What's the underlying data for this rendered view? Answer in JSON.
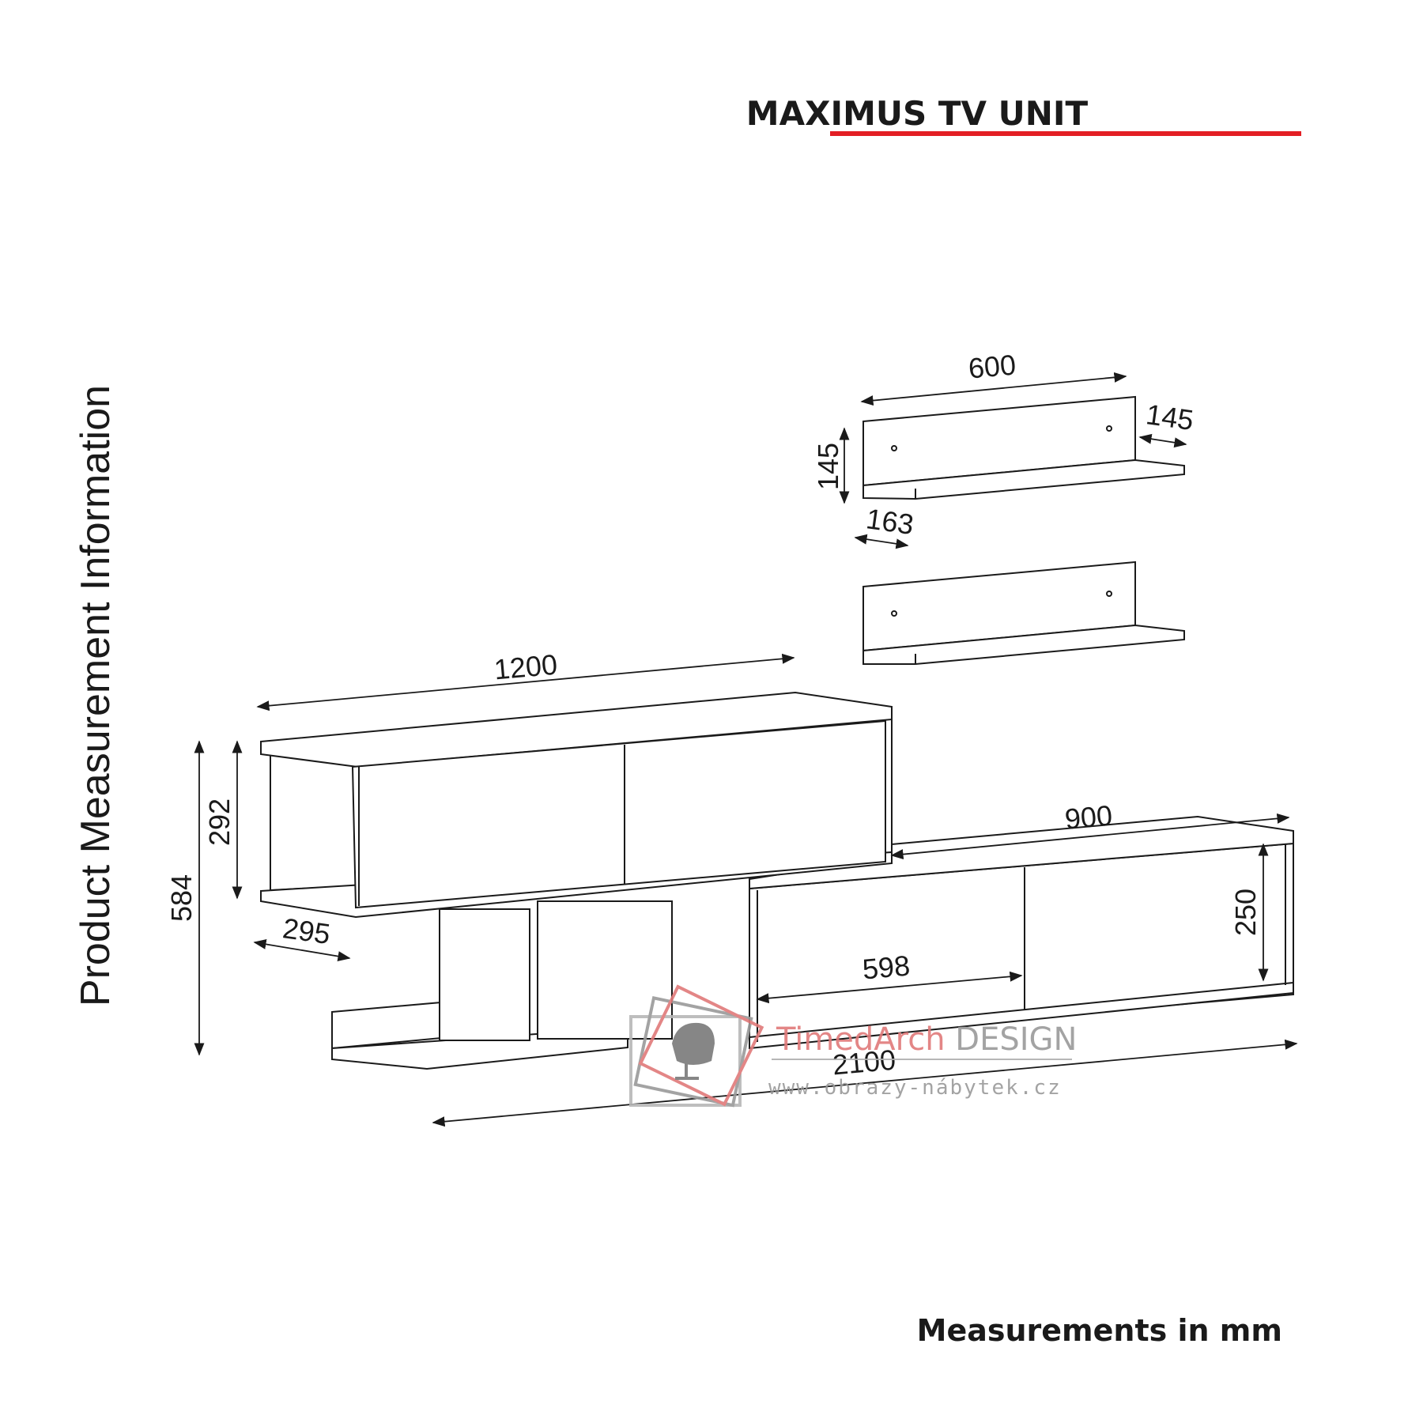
{
  "title": "MAXIMUS TV UNIT",
  "side_label": "Product Measurement Information",
  "footer": "Measurements in mm",
  "accent_color": "#e31e24",
  "dimensions": {
    "shelf_width": "600",
    "shelf_depth_right": "145",
    "shelf_height": "145",
    "shelf_depth_left": "163",
    "top_unit_width": "1200",
    "top_unit_height": "292",
    "total_height": "584",
    "top_unit_depth": "295",
    "bottom_unit_width": "900",
    "bottom_unit_height": "250",
    "door_width": "598",
    "total_width": "2100"
  },
  "watermark": {
    "name_part1": "TimedArch",
    "name_part2": " DESIGN",
    "url": "www.obrazy-nábytek.cz"
  }
}
